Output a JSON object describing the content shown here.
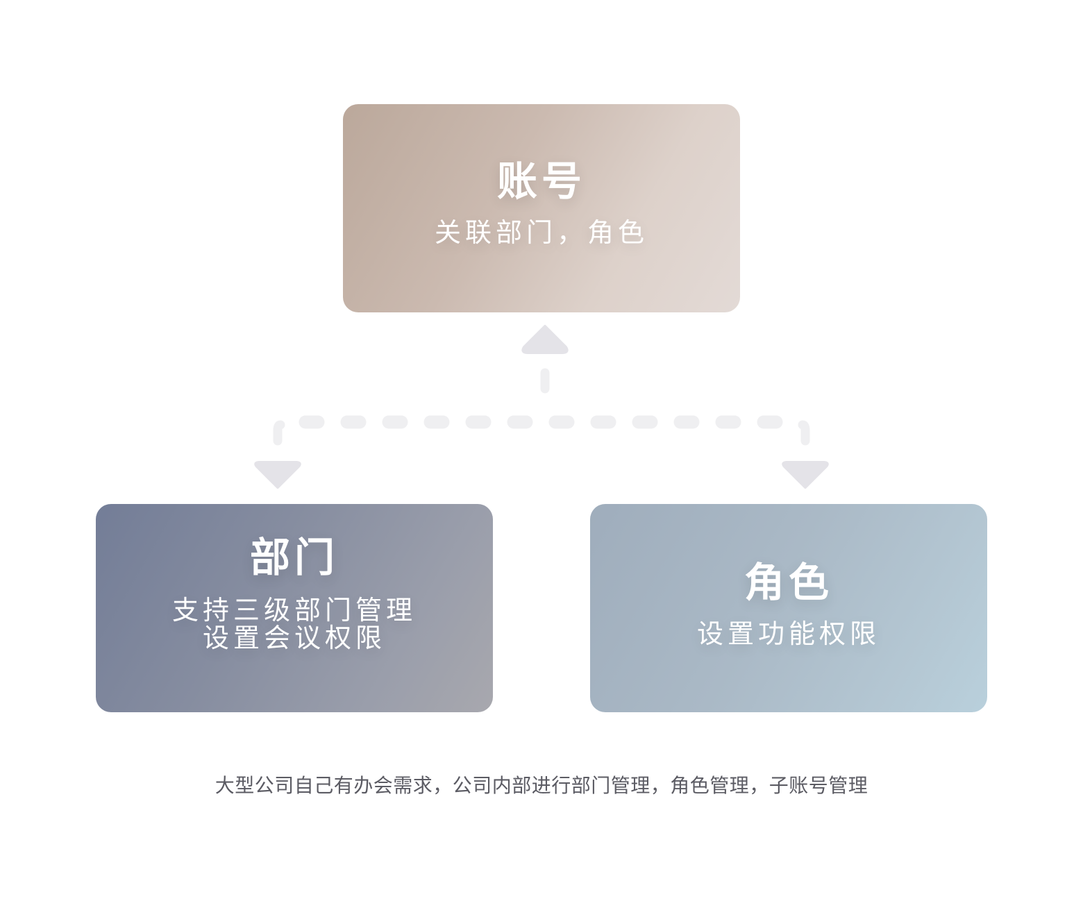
{
  "diagram": {
    "nodes": [
      {
        "id": "account",
        "title": "账号",
        "description": [
          "关联部门，角色"
        ],
        "color_start": "#bba89b",
        "color_end": "#e3dad6"
      },
      {
        "id": "department",
        "title": "部门",
        "description": [
          "支持三级部门管理",
          "设置会议权限"
        ],
        "color_start": "#737d97",
        "color_end": "#a8a8ae"
      },
      {
        "id": "role",
        "title": "角色",
        "description": [
          "设置功能权限"
        ],
        "color_start": "#9fadbc",
        "color_end": "#b9d0dc"
      }
    ],
    "edges": [
      {
        "from": "department",
        "to": "account",
        "style": "dashed",
        "arrow": "up"
      },
      {
        "from": "account",
        "to": "department",
        "style": "dashed",
        "arrow": "down"
      },
      {
        "from": "account",
        "to": "role",
        "style": "dashed",
        "arrow": "down"
      }
    ],
    "connector_color": "#e4e3e8"
  },
  "caption": "大型公司自己有办会需求，公司内部进行部门管理，角色管理，子账号管理"
}
